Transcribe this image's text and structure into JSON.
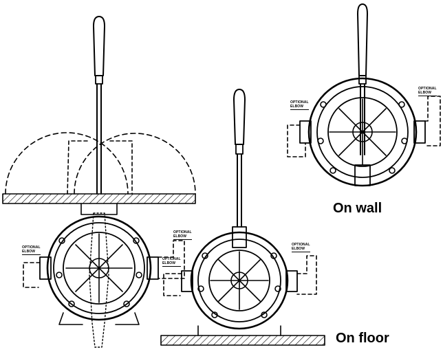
{
  "labels": {
    "optional_elbow_line1": "OPTIONAL",
    "optional_elbow_line2": "ELBOW",
    "on_wall": "On wall",
    "on_floor": "On floor"
  },
  "colors": {
    "ink": "#000000",
    "paper": "#ffffff"
  }
}
